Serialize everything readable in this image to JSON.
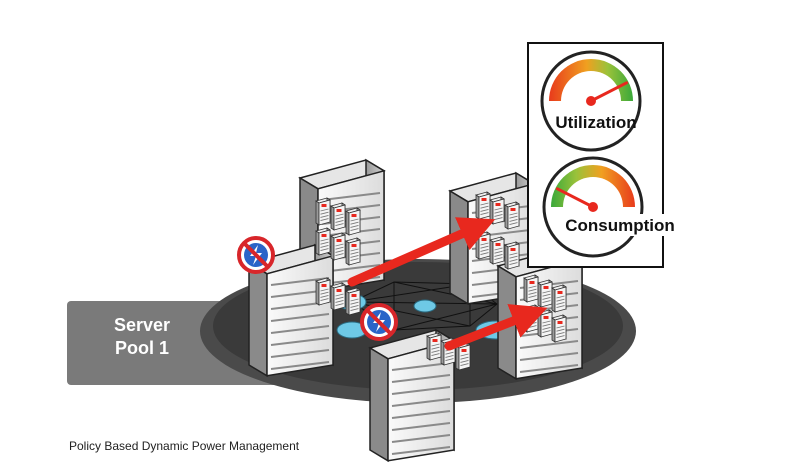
{
  "pool": {
    "label_line1": "Server",
    "label_line2": "Pool 1"
  },
  "gauges": {
    "utilization": {
      "label": "Utilization",
      "level": 0.85
    },
    "consumption": {
      "label": "Consumption",
      "level": 0.15
    }
  },
  "caption": "Policy Based Dynamic Power Management",
  "colors": {
    "pool_band": "#7a7a7a",
    "pool_disc": "#4a4a4a",
    "node": "#6ec9e6",
    "arrow": "#e8281e",
    "gauge_high": "#e83a1c",
    "gauge_low": "#3aa83a",
    "power_off_ring": "#d8262a",
    "power_off_fill": "#2a64c8"
  },
  "icons": {
    "power_off": "power-off-icon",
    "gauge": "gauge-icon",
    "server": "server-tower-icon",
    "vm": "virtual-machine-icon"
  }
}
